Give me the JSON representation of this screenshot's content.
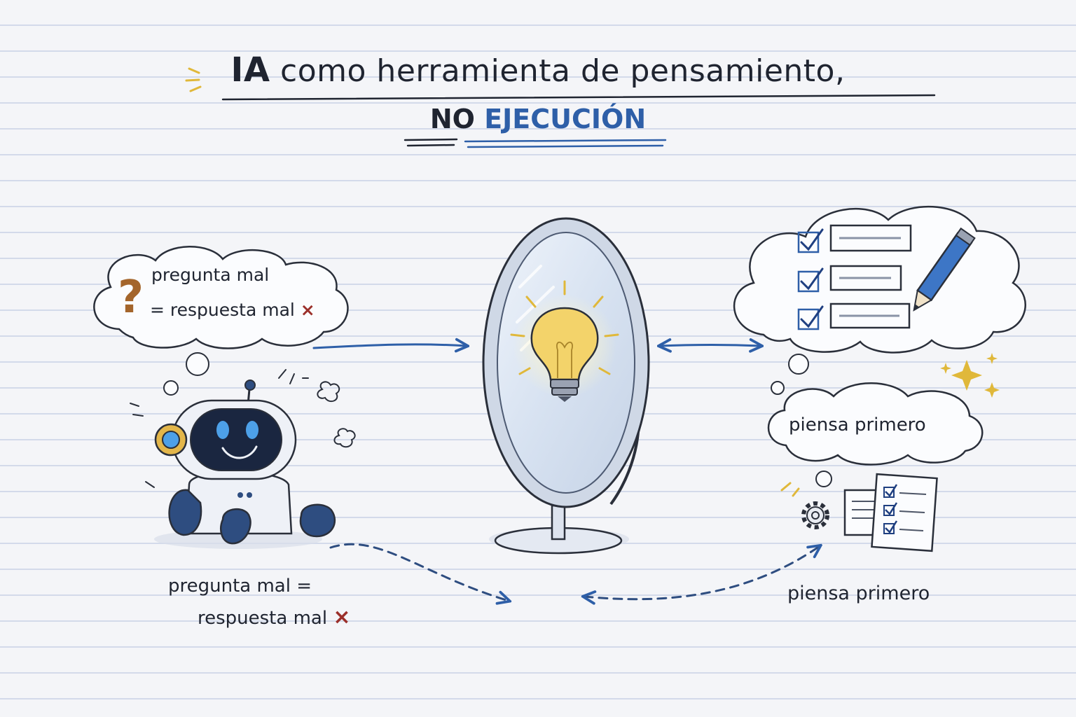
{
  "title": {
    "part1": "IA",
    "part2": "como herramienta de pensamiento,",
    "part3": "NO",
    "part4": "EJECUCIÓN"
  },
  "bubble_left": {
    "line1": "pregunta mal",
    "line2": "= respuesta mal",
    "symbol": "?",
    "mark": "×"
  },
  "bubble_right": {
    "text": "piensa primero"
  },
  "bottom_left": {
    "line1": "pregunta mal =",
    "line2": "respuesta mal",
    "mark": "×"
  },
  "bottom_right": {
    "text": "piensa primero"
  },
  "icons": [
    "robot-icon",
    "mirror-icon",
    "lightbulb-icon",
    "checklist-icon",
    "pencil-icon",
    "gear-icon",
    "document-icon",
    "sparkle-icon"
  ],
  "colors": {
    "ink": "#1f2430",
    "accent_blue": "#2e5fa8",
    "bulb_yellow": "#f3d36a",
    "sparkle": "#e0b83a",
    "error_red": "#9b2f2a",
    "question_brown": "#a4652b"
  }
}
